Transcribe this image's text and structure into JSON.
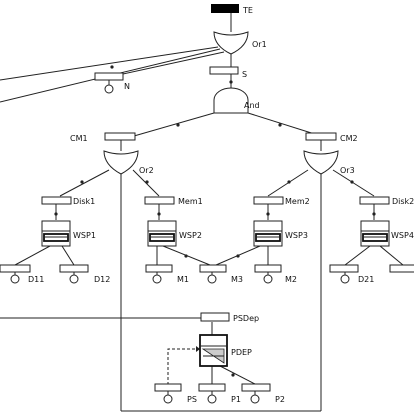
{
  "diagram": {
    "top_event": "TE",
    "gates": {
      "or1": "Or1",
      "and": "And",
      "or2": "Or2",
      "or3": "Or3"
    },
    "events": {
      "s": "S",
      "n": "N",
      "cm1": "CM1",
      "cm2": "CM2",
      "disk1": "Disk1",
      "mem1": "Mem1",
      "mem2": "Mem2",
      "disk2": "Disk2",
      "psdep": "PSDep"
    },
    "spares": {
      "wsp1": "WSP1",
      "wsp2": "WSP2",
      "wsp3": "WSP3",
      "wsp4": "WSP4",
      "pdep": "PDEP"
    },
    "basic_events": {
      "d11": "D11",
      "d12": "D12",
      "m1": "M1",
      "m3": "M3",
      "m2": "M2",
      "d21": "D21",
      "ps": "PS",
      "p1": "P1",
      "p2": "P2"
    }
  }
}
